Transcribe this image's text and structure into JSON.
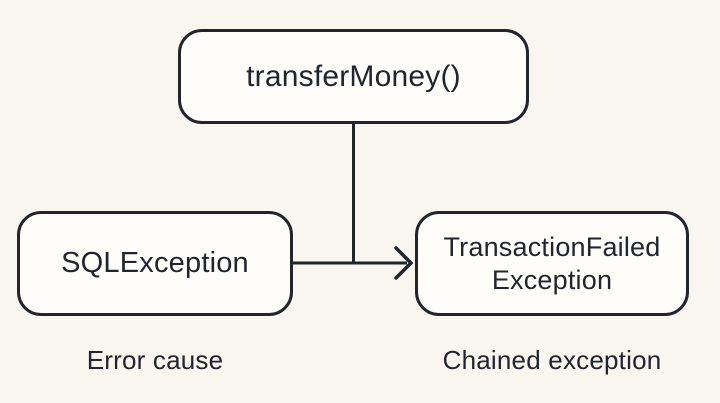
{
  "colors": {
    "background": "#f9f5ef",
    "box_fill": "#fefdfa",
    "ink": "#21252d"
  },
  "diagram": {
    "nodes": {
      "transfer_money": {
        "label": "transferMoney()"
      },
      "sql_exception": {
        "label": "SQLException"
      },
      "transaction_failed": {
        "label_line1": "TransactionFailed",
        "label_line2": "Exception"
      }
    },
    "captions": {
      "error_cause": "Error cause",
      "chained_exception": "Chained exception"
    }
  }
}
